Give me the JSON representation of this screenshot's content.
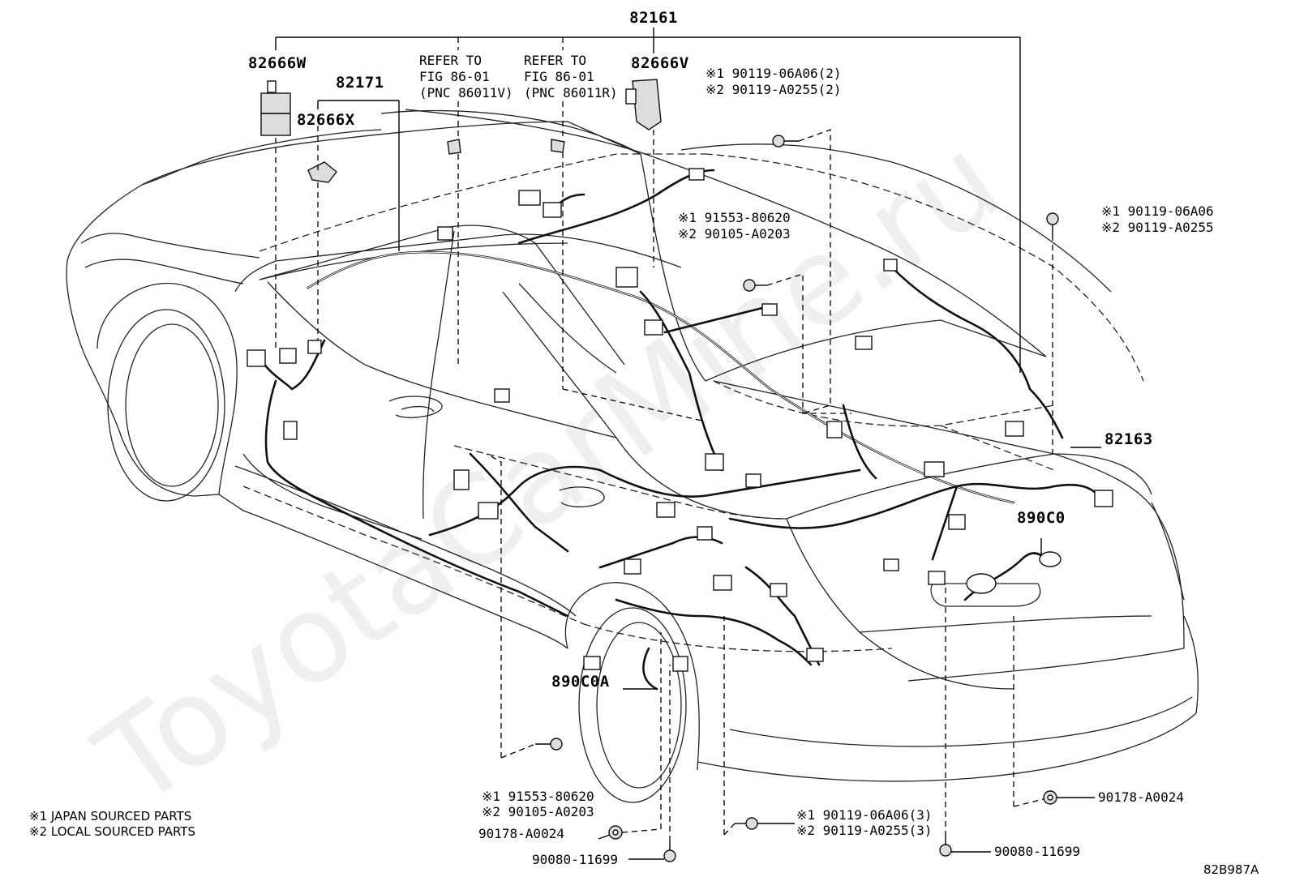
{
  "title": "82161",
  "figure_code": "82B987A",
  "watermark": "ToyotaCarMine.ru",
  "labels": {
    "p82666W": "82666W",
    "p82171": "82171",
    "p82666X": "82666X",
    "p82666V": "82666V",
    "p82163": "82163",
    "p890C0": "890C0",
    "p890C0A": "890C0A"
  },
  "refer_left": [
    "REFER TO",
    "FIG 86-01",
    "(PNC 86011V)"
  ],
  "refer_right": [
    "REFER TO",
    "FIG 86-01",
    "(PNC 86011R)"
  ],
  "callouts": {
    "top_bolt": [
      "※1 90119-06A06(2)",
      "※2 90119-A0255(2)"
    ],
    "right_bolt": [
      "※1 90119-06A06",
      "※2 90119-A0255"
    ],
    "mid_bolt": [
      "※1 91553-80620",
      "※2 90105-A0203"
    ],
    "bottom_left_bolt": [
      "※1 91553-80620",
      "※2 90105-A0203"
    ],
    "bottom_mid_bolt": [
      "※1 90119-06A06(3)",
      "※2 90119-A0255(3)"
    ],
    "clip_left": "90178-A0024",
    "clip_right": "90178-A0024",
    "screw_left": "90080-11699",
    "screw_right": "90080-11699"
  },
  "legend": [
    "※1 JAPAN SOURCED PARTS",
    "※2 LOCAL SOURCED PARTS"
  ]
}
